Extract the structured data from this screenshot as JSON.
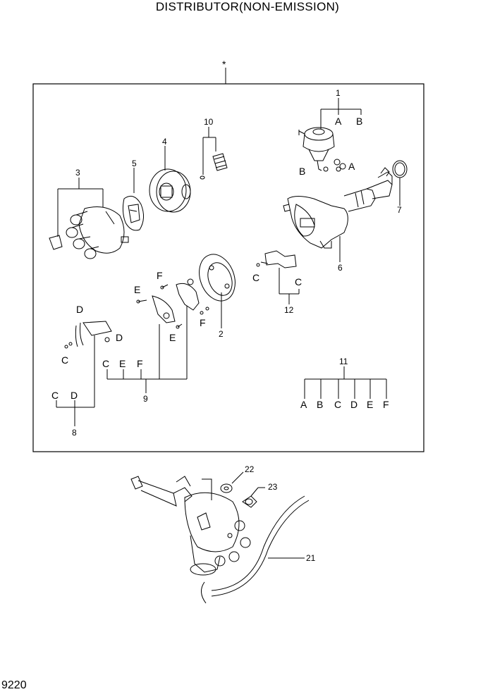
{
  "title": "DISTRIBUTOR(NON-EMISSION)",
  "page_number": "9220",
  "asterisk": "*",
  "callouts": [
    "1",
    "2",
    "3",
    "4",
    "5",
    "6",
    "7",
    "8",
    "9",
    "10",
    "11",
    "12",
    "21",
    "22",
    "23"
  ],
  "letters": [
    "A",
    "B",
    "C",
    "D",
    "E",
    "F"
  ]
}
